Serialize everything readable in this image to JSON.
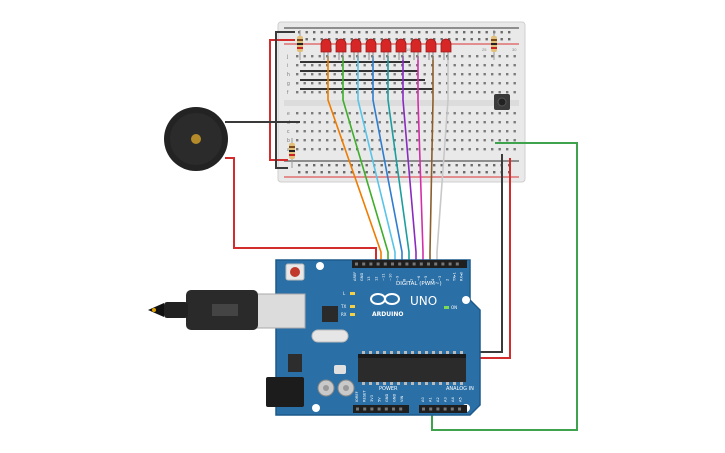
{
  "arduino": {
    "logo_text": "ARDUINO",
    "model": "UNO",
    "digital_header_label": "DIGITAL (PWM~)",
    "analog_header_label": "ANALOG IN",
    "power_header_label": "POWER",
    "on_label": "ON",
    "led_labels": [
      "L",
      "TX",
      "RX"
    ],
    "digital_pins": [
      "AREF",
      "GND",
      "13",
      "12",
      "~11",
      "~10",
      "~9",
      "8",
      "7",
      "~6",
      "~5",
      "4",
      "~3",
      "2",
      "TX▸1",
      "RX◂0"
    ],
    "power_pins": [
      "IOREF",
      "RESET",
      "3V3",
      "5V",
      "GND",
      "GND",
      "VIN"
    ],
    "analog_pins": [
      "A0",
      "A1",
      "A2",
      "A3",
      "A4",
      "A5"
    ]
  },
  "breadboard": {
    "row_letters_top": [
      "j",
      "i",
      "h",
      "g",
      "f"
    ],
    "row_letters_bottom": [
      "e",
      "d",
      "c",
      "b",
      "a"
    ],
    "column_numbers": [
      "1",
      "5",
      "10",
      "15",
      "20",
      "25",
      "30"
    ],
    "led_count": 9
  },
  "colors": {
    "board": "#2a6fa6",
    "board_dark": "#1d5a8b",
    "breadboard": "#e8e8e8",
    "led": "#d62626",
    "wire_red": "#d22c2c",
    "wire_black": "#3a3a3a",
    "wire_green": "#3fa34d"
  },
  "wires": {
    "led_wire_colors": [
      "#ef7c00",
      "#3fae2a",
      "#59c4e8",
      "#2f7dd0",
      "#1c9e9e",
      "#8a2bbf",
      "#d42fa8",
      "#8b5e2b",
      "#c8c8c8"
    ]
  }
}
